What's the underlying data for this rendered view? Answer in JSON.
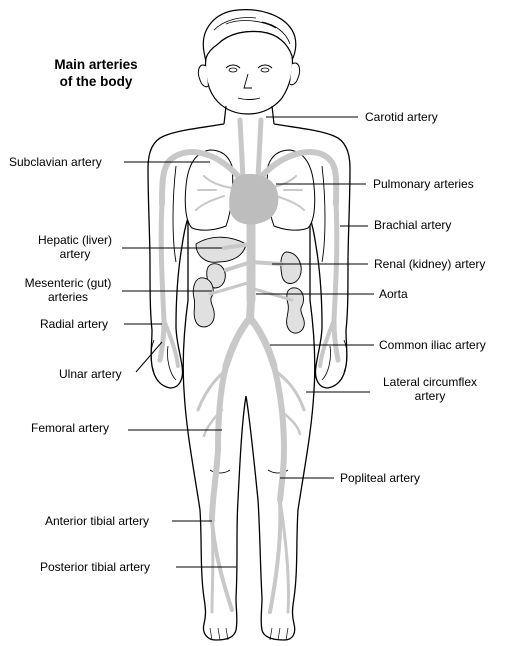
{
  "title": {
    "line1": "Main arteries",
    "line2": "of the body"
  },
  "labels": {
    "carotid": "Carotid artery",
    "subclavian": "Subclavian artery",
    "pulmonary": "Pulmonary arteries",
    "brachial": "Brachial artery",
    "hepatic_line1": "Hepatic (liver)",
    "hepatic_line2": "artery",
    "renal": "Renal (kidney) artery",
    "mesenteric_line1": "Mesenteric (gut)",
    "mesenteric_line2": "arteries",
    "aorta": "Aorta",
    "radial": "Radial artery",
    "common_iliac": "Common iliac artery",
    "ulnar": "Ulnar artery",
    "lateral_circumflex_line1": "Lateral circumflex",
    "lateral_circumflex_line2": "artery",
    "femoral": "Femoral artery",
    "popliteal": "Popliteal artery",
    "anterior_tibial": "Anterior tibial artery",
    "posterior_tibial": "Posterior tibial artery"
  },
  "colors": {
    "outline": "#000000",
    "artery": "#c8c8c8",
    "organ_fill": "#e0e0e0",
    "heart": "#bdbdbd",
    "background": "#ffffff"
  }
}
